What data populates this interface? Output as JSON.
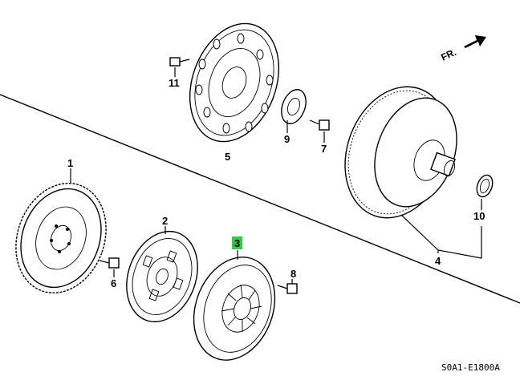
{
  "direction_label": "FR.",
  "diagram_code": "S0A1-E1800A",
  "highlighted_callout": "3",
  "highlight_color": "#2ecc40",
  "callouts": {
    "c1": "1",
    "c2": "2",
    "c3": "3",
    "c4": "4",
    "c5": "5",
    "c6": "6",
    "c7": "7",
    "c8": "8",
    "c9": "9",
    "c10": "10",
    "c11": "11"
  },
  "parts": {
    "flywheel": "flywheel-icon",
    "clutch_disc": "clutch-disc-icon",
    "pressure_plate": "pressure-plate-icon",
    "torque_converter": "torque-converter-icon",
    "drive_plate": "drive-plate-icon"
  }
}
